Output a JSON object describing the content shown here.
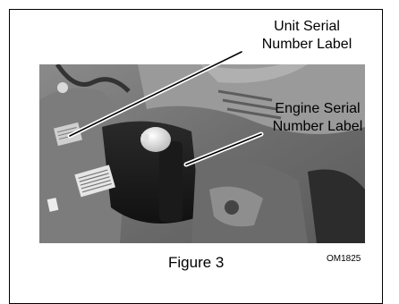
{
  "figure": {
    "callouts": {
      "unit_serial": [
        "Unit Serial",
        "Number Label"
      ],
      "engine_serial": [
        "Engine Serial",
        "Number Label"
      ]
    },
    "caption": "Figure 3",
    "code": "OM1825"
  }
}
